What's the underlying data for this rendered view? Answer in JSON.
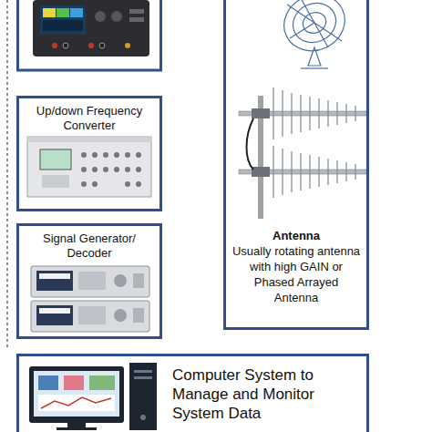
{
  "diagram": {
    "nodes": [
      {
        "text": [
          "Up/down Frequency Converter"
        ]
      },
      {
        "text": [
          "Signal Generator/ Decoder"
        ]
      },
      {
        "text": [
          "Antenna",
          "Usually rotating antenna with high GAIN or Phased Arrayed Antenna"
        ]
      },
      {
        "text": [
          "Computer System to Manage and Monitor System Data"
        ]
      }
    ]
  }
}
